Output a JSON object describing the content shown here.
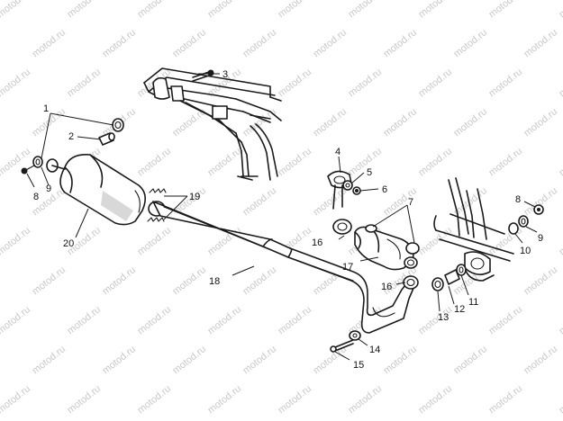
{
  "watermark": {
    "text": "motod.ru"
  },
  "callouts": {
    "c1": "1",
    "c2": "2",
    "c3": "3",
    "c4": "4",
    "c5": "5",
    "c6": "6",
    "c7": "7",
    "c8a": "8",
    "c8b": "8",
    "c9a": "9",
    "c9b": "9",
    "c10": "10",
    "c11": "11",
    "c12": "12",
    "c13": "13",
    "c14": "14",
    "c15": "15",
    "c16a": "16",
    "c16b": "16",
    "c17": "17",
    "c18": "18",
    "c19": "19",
    "c20": "20"
  }
}
